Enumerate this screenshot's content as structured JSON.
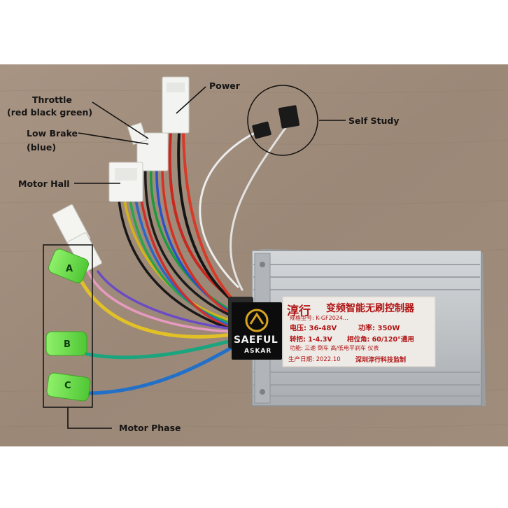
{
  "labels": {
    "throttle": "Throttle",
    "throttle_wires": "(red black green)",
    "low_brake": "Low Brake",
    "low_brake_wire": "(blue)",
    "motor_hall": "Motor Hall",
    "power": "Power",
    "self_study": "Self Study",
    "motor_phase": "Motor Phase"
  },
  "phases": [
    "A",
    "B",
    "C"
  ],
  "controller_label": {
    "brand": "淳行",
    "title": "变频智能无刷控制器",
    "spec_line": "规格型号: K-GF2024...",
    "voltage": "电压: 36-48V",
    "power": "功率: 350W",
    "throttle": "转把: 1-4.3V",
    "phase_angle": "相位角: 60/120°通用",
    "functions": "功能: 三速  倒车  高/低电平刹车  仪表",
    "date": "生产日期: 2022.10",
    "maker": "深圳淳行科技监制"
  },
  "watermark": {
    "line1": "SAEFUL",
    "line2": "ASKAR"
  },
  "colors": {
    "background": "#a08d7c",
    "controller": "#c3c6c9",
    "label_red": "#b01515",
    "connector_green": "#6fe24a"
  }
}
